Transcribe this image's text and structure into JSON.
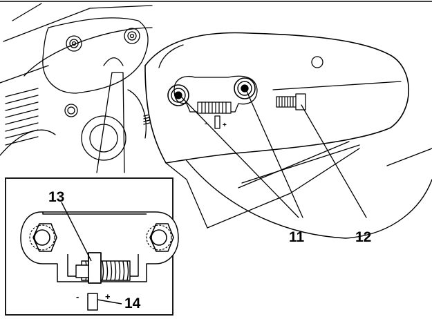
{
  "callouts": {
    "c11": "11",
    "c12": "12",
    "c13": "13",
    "c14": "14"
  },
  "marks": {
    "minus": "-",
    "plus": "+"
  },
  "colors": {
    "line": "#000000",
    "background": "#ffffff",
    "shade": "#bfbfbf"
  }
}
